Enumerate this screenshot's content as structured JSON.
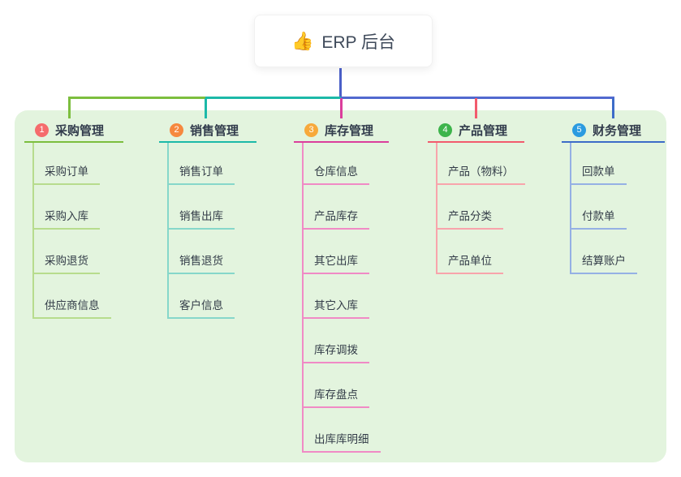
{
  "root": {
    "emoji": "👍",
    "label": "ERP 后台"
  },
  "colors": {
    "background_panel": "#e3f4de",
    "root_line": "#4a5fc8",
    "bus_segments": [
      "#7cbe3e",
      "#1cb9a8",
      "#5169cf"
    ]
  },
  "branches": [
    {
      "number": "1",
      "label": "采购管理",
      "badge_color": "#f56c6c",
      "line_color": "#7cbe3e",
      "child_line_color": "#b7dc8d",
      "children": [
        "采购订单",
        "采购入库",
        "采购退货",
        "供应商信息"
      ]
    },
    {
      "number": "2",
      "label": "销售管理",
      "badge_color": "#f6883e",
      "line_color": "#1cb9a8",
      "child_line_color": "#86d7ca",
      "children": [
        "销售订单",
        "销售出库",
        "销售退货",
        "客户信息"
      ]
    },
    {
      "number": "3",
      "label": "库存管理",
      "badge_color": "#f7a93b",
      "line_color": "#db3e9c",
      "child_line_color": "#f08ac5",
      "children": [
        "仓库信息",
        "产品库存",
        "其它出库",
        "其它入库",
        "库存调拨",
        "库存盘点",
        "出库库明细"
      ]
    },
    {
      "number": "4",
      "label": "产品管理",
      "badge_color": "#3db44b",
      "line_color": "#f25b6d",
      "child_line_color": "#f8a4ab",
      "children": [
        "产品（物料）",
        "产品分类",
        "产品单位"
      ]
    },
    {
      "number": "5",
      "label": "财务管理",
      "badge_color": "#2b9be0",
      "line_color": "#3d6cc8",
      "child_line_color": "#95b0e4",
      "children": [
        "回款单",
        "付款单",
        "结算账户"
      ]
    }
  ]
}
